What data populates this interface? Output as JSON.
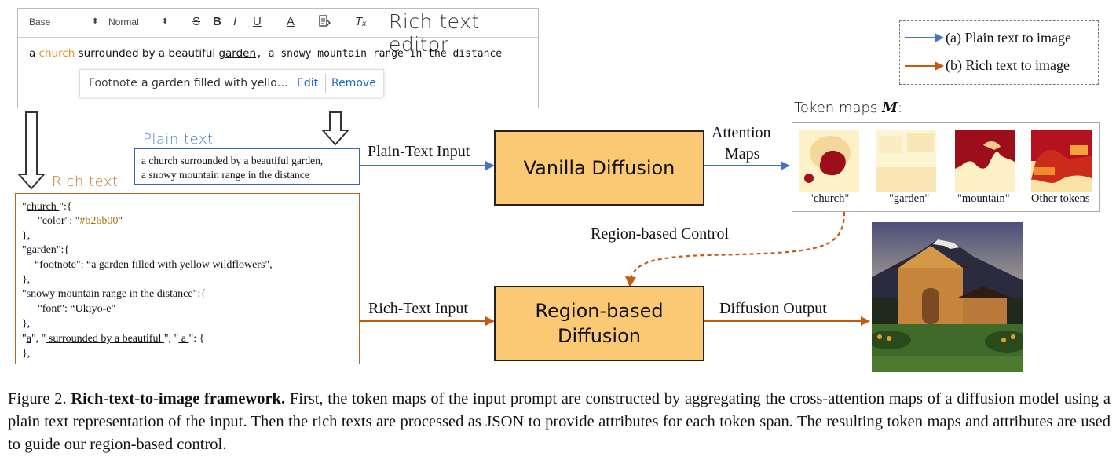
{
  "editor": {
    "title": "Rich text editor",
    "toolbar": {
      "style_select": "Base",
      "size_select": "Normal",
      "strike": "S",
      "bold": "B",
      "italic": "I",
      "underline": "U",
      "color": "A",
      "footnote": "⎘",
      "clear": "Tₓ"
    },
    "text": {
      "part1": "a ",
      "church": "church",
      "part2": " surrounded by a beautiful ",
      "garden": "garden",
      "part3": ", a snowy mountain range in the distance"
    },
    "footnote_popup": {
      "label": "Footnote",
      "value": "a garden filled with yello…",
      "edit": "Edit",
      "remove": "Remove"
    }
  },
  "legend": {
    "plain": "(a) Plain text to image",
    "rich": "(b) Rich text to image",
    "plain_color": "#4472c4",
    "rich_color": "#c55a11"
  },
  "plain_text": {
    "label": "Plain text",
    "line1": "a church surrounded by a beautiful garden,",
    "line2": "a snowy mountain range in the distance"
  },
  "rich_text": {
    "label": "Rich text",
    "lines": [
      {
        "a": "\"",
        "b": "church ",
        "c": "\":{"
      },
      {
        "a": "\"color\": \"",
        "b": "#b26b00",
        "c": "\""
      },
      {
        "a": "},"
      },
      {
        "a": "\"",
        "b": "garden",
        "c": "\":{"
      },
      {
        "a": "“footnote\": “a garden filled with yellow wildflowers\","
      },
      {
        "a": "},"
      },
      {
        "a": "\"",
        "b": "snowy mountain range in the distance",
        "c": "\":{"
      },
      {
        "a": "\"font\": “Ukiyo-e\""
      },
      {
        "a": " },"
      },
      {
        "a": "\"",
        "b": "a",
        "c": "\", \"",
        "d": " surrounded by a beautiful ",
        "e": "\", \"",
        "f": " a ",
        "g": "\": {"
      },
      {
        "a": "},"
      }
    ]
  },
  "edges": {
    "plain_input": "Plain-Text Input",
    "attention": "Attention",
    "maps": "Maps",
    "region_control": "Region-based Control",
    "rich_input": "Rich-Text Input",
    "diffusion_output": "Diffusion Output"
  },
  "boxes": {
    "vanilla": "Vanilla Diffusion",
    "region1": "Region-based",
    "region2": "Diffusion"
  },
  "token_maps": {
    "label": "Token maps ",
    "symbol": "M",
    "colon": ":",
    "items": [
      {
        "label": "\"church\"",
        "token": "church"
      },
      {
        "label": "\"garden\"",
        "token": "garden"
      },
      {
        "label": "\"mountain\"",
        "token": "mountain"
      },
      {
        "label": "Other tokens",
        "token": ""
      }
    ]
  },
  "caption": {
    "prefix": "Figure 2. ",
    "bold": "Rich-text-to-image framework.",
    "body": "  First, the token maps of the input prompt are constructed by aggregating the cross-attention maps of a diffusion model using a plain text representation of the input. Then the rich texts are processed as JSON to provide attributes for each token span. The resulting token maps and attributes are used to guide our region-based control."
  }
}
